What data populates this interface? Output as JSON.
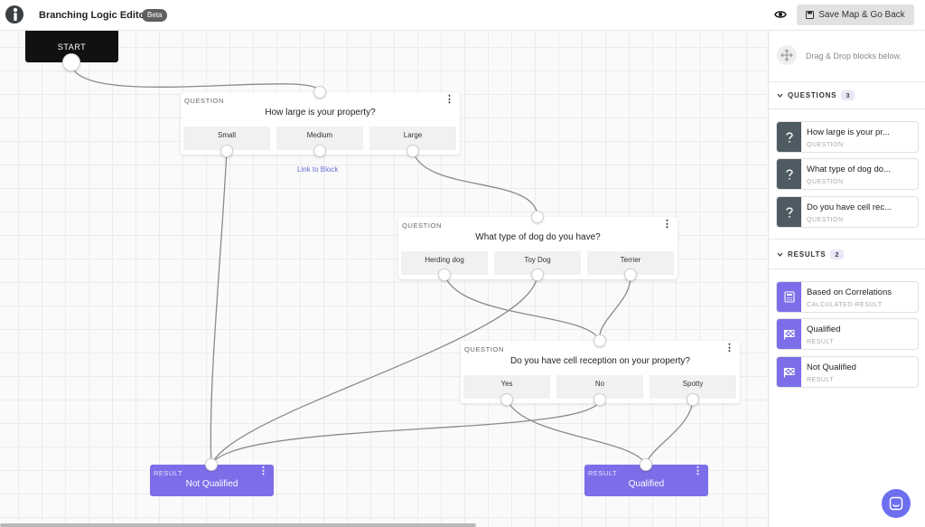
{
  "header": {
    "title": "Branching Logic Editor",
    "badge": "Beta",
    "save_label": "Save Map & Go Back"
  },
  "canvas": {
    "start_label": "START",
    "link_to_block": "Link to Block",
    "questions": [
      {
        "tag": "QUESTION",
        "text": "How large is your property?",
        "options": [
          "Small",
          "Medium",
          "Large"
        ]
      },
      {
        "tag": "QUESTION",
        "text": "What type of dog do you have?",
        "options": [
          "Herding dog",
          "Toy Dog",
          "Terrier"
        ]
      },
      {
        "tag": "QUESTION",
        "text": "Do you have cell reception on your property?",
        "options": [
          "Yes",
          "No",
          "Spotty"
        ]
      }
    ],
    "results": [
      {
        "tag": "RESULT",
        "text": "Not Qualified"
      },
      {
        "tag": "RESULT",
        "text": "Qualified"
      }
    ]
  },
  "sidebar": {
    "drag_hint": "Drag & Drop blocks below.",
    "questions_section": {
      "label": "QUESTIONS",
      "count": "3"
    },
    "question_items": [
      {
        "title": "How large is your pr...",
        "subtitle": "QUESTION"
      },
      {
        "title": "What type of dog do...",
        "subtitle": "QUESTION"
      },
      {
        "title": "Do you have cell rec...",
        "subtitle": "QUESTION"
      }
    ],
    "results_section": {
      "label": "RESULTS",
      "count": "2"
    },
    "result_items": [
      {
        "title": "Based on Correlations",
        "subtitle": "CALCULATED-RESULT"
      },
      {
        "title": "Qualified",
        "subtitle": "RESULT"
      },
      {
        "title": "Not Qualified",
        "subtitle": "RESULT"
      }
    ]
  },
  "colors": {
    "accent": "#7b6ee8",
    "question_icon_bg": "#4f5b62",
    "start_block": "#111111"
  }
}
